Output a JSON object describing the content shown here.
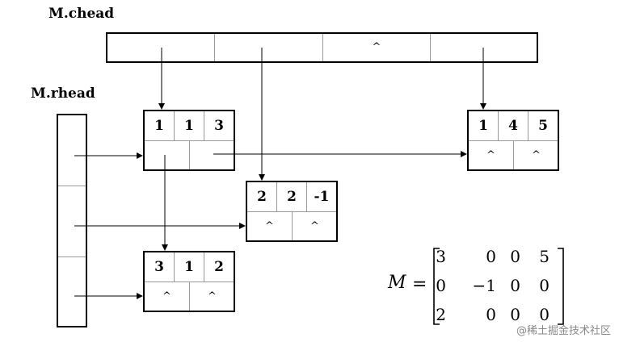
{
  "chead_label": "M.chead",
  "rhead_label": "M.rhead",
  "chead_cells": [
    "",
    "",
    "^",
    ""
  ],
  "nodes": [
    {
      "row": "1",
      "col": "1",
      "value": "3",
      "down": "",
      "right": ""
    },
    {
      "row": "1",
      "col": "4",
      "value": "5",
      "down": "^",
      "right": "^"
    },
    {
      "row": "2",
      "col": "2",
      "value": "-1",
      "down": "^",
      "right": "^"
    },
    {
      "row": "3",
      "col": "1",
      "value": "2",
      "down": "^",
      "right": "^"
    }
  ],
  "matrix": {
    "lhs": "M",
    "equals": "=",
    "rows": [
      [
        "3",
        "0",
        "0",
        "5"
      ],
      [
        "0",
        "−1",
        "0",
        "0"
      ],
      [
        "2",
        "0",
        "0",
        "0"
      ]
    ]
  },
  "watermark": "@稀土掘金技术社区",
  "colors": {
    "line": "#000000",
    "divider": "#999999",
    "watermark": "#888888"
  }
}
